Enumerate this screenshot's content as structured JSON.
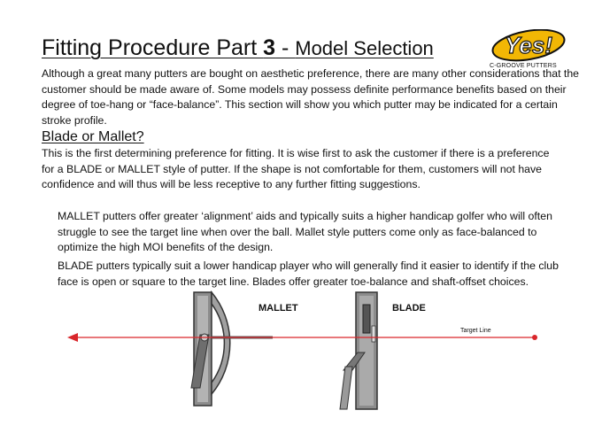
{
  "title": {
    "prefix": "Fitting Procedure Part ",
    "part_number": "3",
    "separator": " - ",
    "subtitle": "Model Selection"
  },
  "logo": {
    "brand": "Yes!",
    "caption": "C-GROOVE PUTTERS",
    "color": "#f2b705"
  },
  "intro": "Although a great many putters are bought on aesthetic preference, there are many other considerations that the customer should be made aware of.  Some models may possess definite performance benefits based on their degree of toe-hang or “face-balance”. This section will show you which putter may be indicated for a certain stroke profile.",
  "section": {
    "heading": "Blade or Mallet?",
    "body": "This is the first determining preference for fitting. It is wise first to ask the customer if there is a preference for a BLADE or MALLET style of putter. If the shape is not comfortable for them, customers will not have confidence and will thus will be less receptive to any further fitting suggestions.",
    "mallet_paragraph": "MALLET putters offer greater ‘alignment’ aids and typically suits a higher handicap golfer who will often struggle to see the target line when over the ball. Mallet style putters come only as face-balanced to optimize the high MOI benefits of the design.",
    "blade_paragraph": "BLADE putters typically suit a lower handicap player who will generally find it easier to identify if the club face is open or square to the target line. Blades offer greater toe-balance and shaft-offset choices."
  },
  "diagram": {
    "mallet_label": "MALLET",
    "blade_label": "BLADE",
    "target_label": "Target Line",
    "target_line_color": "#d9262b"
  }
}
